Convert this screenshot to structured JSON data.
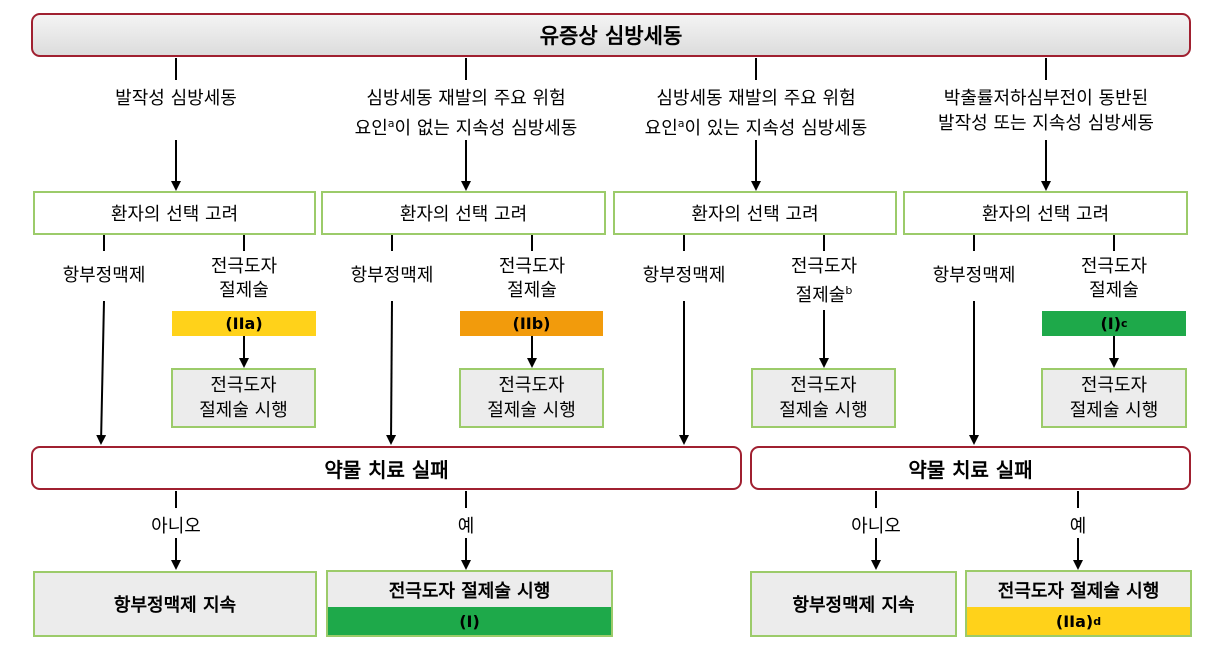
{
  "title": "유증상 심방세동",
  "categories": [
    {
      "line1": "발작성 심방세동",
      "line2": ""
    },
    {
      "line1": "심방세동 재발의 주요 위험",
      "line2a": "요인",
      "line2sup": "a",
      "line2b": "이 없는 지속성 심방세동"
    },
    {
      "line1": "심방세동 재발의 주요 위험",
      "line2a": "요인",
      "line2sup": "a",
      "line2b": "이 있는 지속성 심방세동"
    },
    {
      "line1": "박출률저하심부전이 동반된",
      "line2": "발작성 또는 지속성 심방세동"
    }
  ],
  "consider_label": "환자의 선택 고려",
  "antiarrhythmic_label": "항부정맥제",
  "ablation": {
    "line1": "전극도자",
    "line2": "절제술",
    "sup_col3": "b"
  },
  "classes": [
    {
      "text": "(IIa)",
      "sup": "",
      "color": "#ffd21a"
    },
    {
      "text": "(IIb)",
      "sup": "",
      "color": "#f29b0c"
    },
    {
      "text": "(I)",
      "sup": "c",
      "color": "#1ea94a"
    }
  ],
  "ablation_action": {
    "line1": "전극도자",
    "line2": "절제술 시행"
  },
  "drug_failure": "약물 치료 실패",
  "answers": {
    "no": "아니오",
    "yes": "예"
  },
  "outcomes": {
    "continue_drug": "항부정맥제 지속",
    "perform_ablation": "전극도자 절제술 시행",
    "left_class": "(I)",
    "right_class": "(IIa)",
    "right_sup": "d"
  },
  "colors": {
    "border_red": "#a02030",
    "border_green": "#9ccb6a",
    "box_gray": "#ececec"
  }
}
